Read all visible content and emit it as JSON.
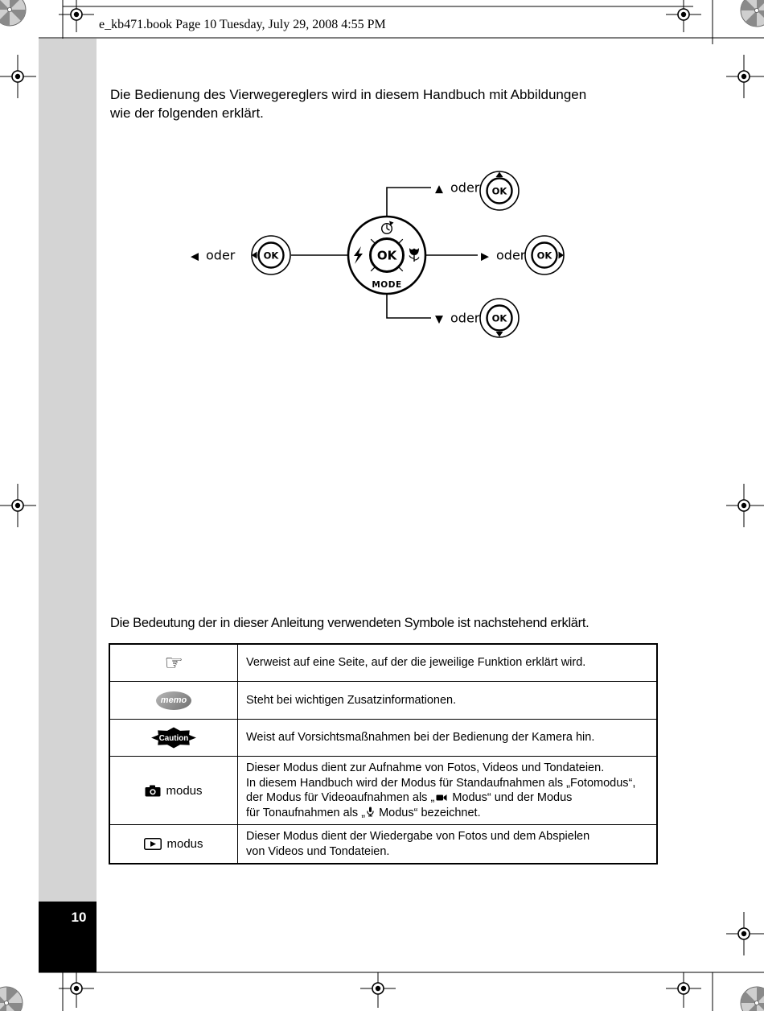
{
  "colors": {
    "sidebar-gray": "#d4d4d4",
    "ink": "#000000",
    "paper": "#ffffff"
  },
  "header": {
    "text": "e_kb471.book  Page 10  Tuesday, July 29, 2008  4:55 PM"
  },
  "page_number": "10",
  "intro": {
    "line1": "Die Bedienung des Vierwegereglers wird in diesem Handbuch mit Abbildungen",
    "line2": "wie der folgenden erklärt."
  },
  "diagram": {
    "ok_label": "OK",
    "mode_label": "MODE",
    "up": {
      "arrow": "▲",
      "word": "oder"
    },
    "down": {
      "arrow": "▼",
      "word": "oder"
    },
    "left": {
      "arrow": "◀",
      "word": "oder"
    },
    "right": {
      "arrow": "▶",
      "word": "oder"
    }
  },
  "symbols_intro": "Die Bedeutung der in dieser Anleitung verwendeten Symbole ist nachstehend erklärt.",
  "table": {
    "rows": [
      {
        "icon_glyph": "☞",
        "text": "Verweist auf eine Seite, auf der die jeweilige Funktion erklärt wird."
      },
      {
        "icon_label": "memo",
        "text": "Steht bei wichtigen Zusatzinformationen."
      },
      {
        "icon_label": "Caution",
        "text": "Weist auf Vorsichtsmaßnahmen bei der Bedienung der Kamera hin."
      },
      {
        "caption": "modus",
        "line1": "Dieser Modus dient zur Aufnahme von Fotos, Videos und Tondateien.",
        "line2": "In diesem Handbuch wird der Modus für Standaufnahmen als „Fotomodus“,",
        "line3_pre": "der Modus für Videoaufnahmen als „",
        "line3_post": " Modus“ und der Modus",
        "line4_pre": "für Tonaufnahmen als „",
        "line4_post": " Modus“ bezeichnet."
      },
      {
        "caption": "modus",
        "line1": "Dieser Modus dient der Wiedergabe von Fotos und dem Abspielen",
        "line2": "von Videos und Tondateien."
      }
    ]
  }
}
